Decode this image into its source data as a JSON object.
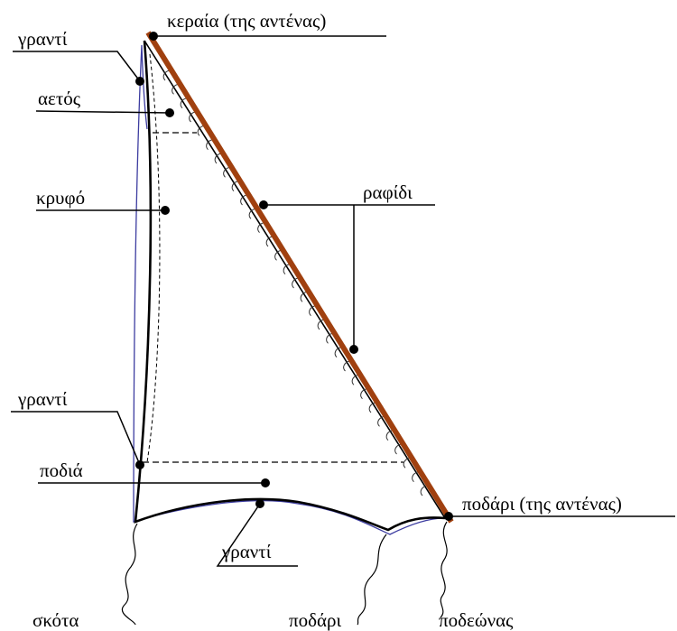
{
  "labels": {
    "keraia": "κεραία (της αντένας)",
    "granti_top": "γραντί",
    "aetos": "αετός",
    "kryfo": "κρυφό",
    "rafidi": "ραφίδι",
    "granti_mid": "γραντί",
    "podia": "ποδιά",
    "podari_antenas": "ποδάρι (της αντένας)",
    "granti_bottom": "γραντί",
    "skota": "σκότα",
    "podari": "ποδάρι",
    "podeonas": "ποδεώνας"
  },
  "colors": {
    "antenna": "#a0400f",
    "line": "#000000",
    "outline": "#3c3ca0"
  }
}
